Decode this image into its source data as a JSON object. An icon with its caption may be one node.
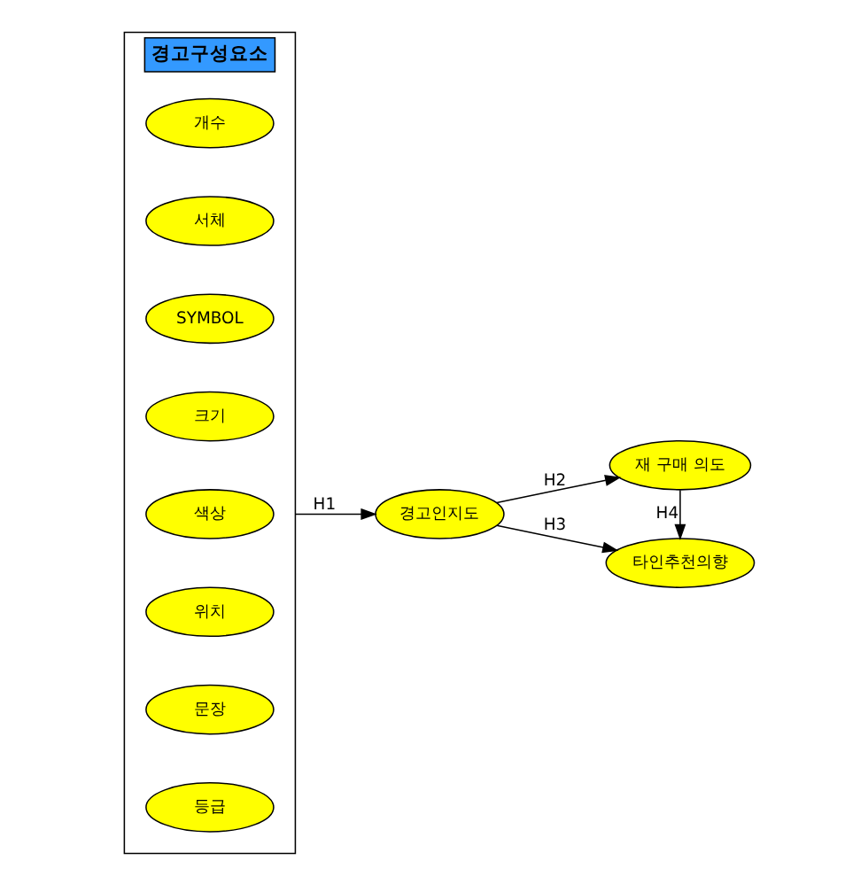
{
  "diagram": {
    "nodes": [
      {
        "text": [
          "경고구성요소"
        ]
      },
      {
        "text": [
          "등급"
        ],
        "in": 0
      },
      {
        "text": [
          "문장"
        ],
        "in": 0
      },
      {
        "text": [
          "위치"
        ],
        "in": 0
      },
      {
        "text": [
          "색상"
        ],
        "in": 0
      },
      {
        "text": [
          "크기"
        ],
        "in": 0
      },
      {
        "text": [
          "SYMBOL"
        ],
        "in": 0
      },
      {
        "text": [
          "서체"
        ],
        "in": 0
      },
      {
        "text": [
          "개수"
        ],
        "in": 0
      },
      {
        "text": [
          "재 구매 의도"
        ]
      },
      {
        "text": [
          "경고인지도"
        ]
      },
      {
        "text": [
          "타인추천의향"
        ]
      }
    ],
    "edges": [
      {
        "from": 0,
        "to": 10,
        "arrow": "to",
        "label": "H1"
      },
      {
        "from": 10,
        "to": 9,
        "arrow": "to",
        "label": "H2"
      },
      {
        "from": 10,
        "to": 11,
        "arrow": "to",
        "label": "H3"
      },
      {
        "from": 9,
        "to": 11,
        "arrow": "to",
        "label": "H4"
      }
    ]
  }
}
